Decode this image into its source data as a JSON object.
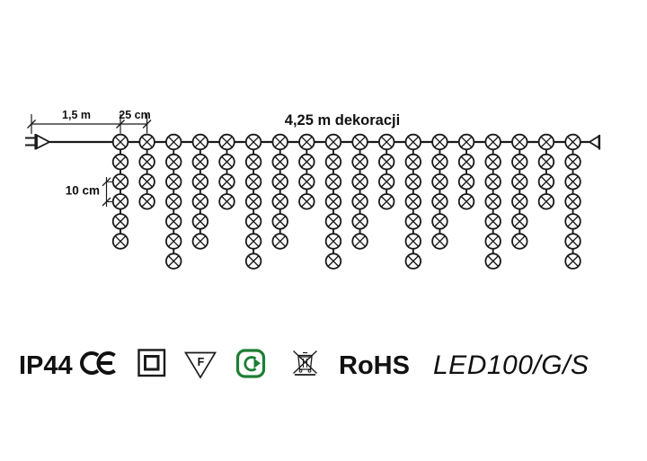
{
  "page": {
    "background": "#ffffff"
  },
  "diagram": {
    "total_span_label": "4,25 m dekoracji",
    "lead_length_label": "1,5 m",
    "strand_spacing_label": "25 cm",
    "bulb_spacing_label": "10 cm",
    "strand_bulb_counts": [
      6,
      4,
      7,
      6,
      4,
      7,
      6,
      4,
      7,
      6,
      4,
      7,
      6,
      4,
      7,
      6,
      4,
      7
    ],
    "line_color": "#1a1a1a"
  },
  "certifications": {
    "ip_rating": "IP44",
    "ce_mark": "CE",
    "f_mark_letter": "F",
    "rohs_label": "RoHS",
    "model_label": "LED100/G/S",
    "green_dot_color": "#1e7e34",
    "symbol_names": [
      "ce-mark",
      "class-ii-double-insulation",
      "f-mark-triangle",
      "green-dot-recycling",
      "weee-crossed-out-bin"
    ]
  }
}
